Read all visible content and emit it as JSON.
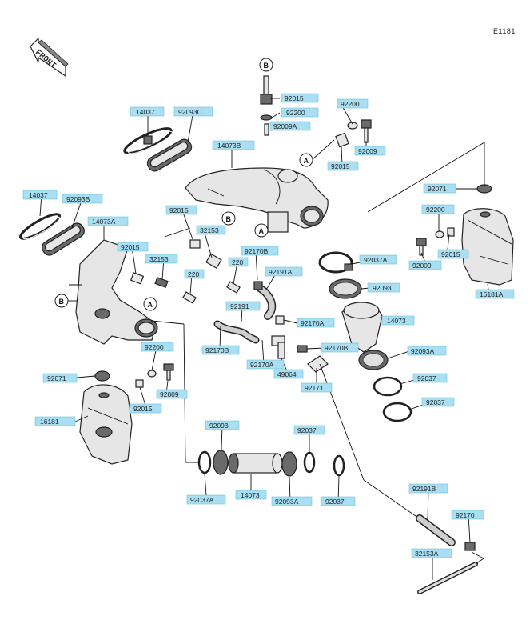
{
  "diagram_code": "E1181",
  "front_label": "FRONT",
  "callouts": [
    "B",
    "A"
  ],
  "parts": [
    "92015",
    "92200",
    "92009A",
    "92200",
    "92009",
    "92015",
    "14037",
    "92093C",
    "14073B",
    "92071",
    "92200",
    "92015",
    "92009",
    "14037",
    "92093B",
    "14073A",
    "92015",
    "32153",
    "92015",
    "32153",
    "220",
    "92170B",
    "220",
    "92191A",
    "92037A",
    "16181A",
    "92093",
    "92191",
    "14073",
    "92170A",
    "92170B",
    "92093A",
    "92170B",
    "92170A",
    "49064",
    "92171",
    "92037",
    "92200",
    "92071",
    "92009",
    "92015",
    "92037",
    "16181",
    "92093",
    "92037",
    "92037A",
    "14073",
    "92093A",
    "92037",
    "92191B",
    "92170",
    "32153A"
  ]
}
